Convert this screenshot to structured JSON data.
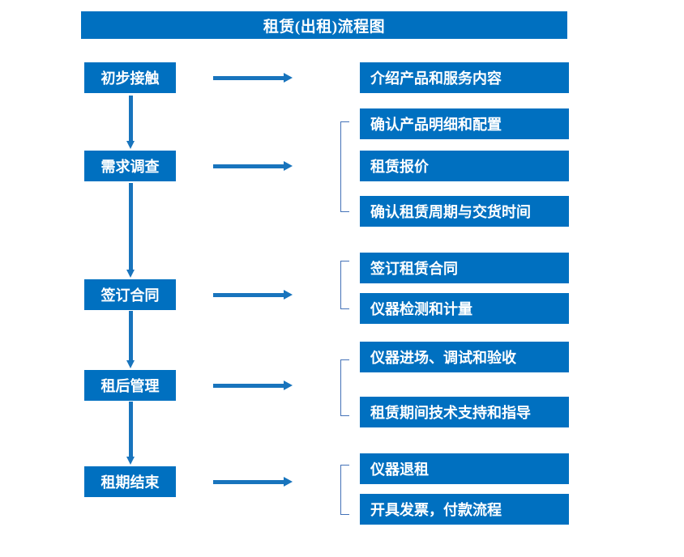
{
  "diagram": {
    "title": "租赁(出租)流程图",
    "accent_color": "#0070C0",
    "arrow_color": "#1874BD",
    "bracket_color": "#4472B8",
    "text_color": "#FFFFFF",
    "background_color": "#FFFFFF",
    "type": "flowchart",
    "orientation": "vertical-with-branches"
  },
  "stages": [
    {
      "label": "初步接触"
    },
    {
      "label": "需求调查"
    },
    {
      "label": "签订合同"
    },
    {
      "label": "租后管理"
    },
    {
      "label": "租期结束"
    }
  ],
  "details": {
    "group1": [
      {
        "label": "介绍产品和服务内容"
      }
    ],
    "group2": [
      {
        "label": "确认产品明细和配置"
      },
      {
        "label": "租赁报价"
      },
      {
        "label": "确认租赁周期与交货时间"
      }
    ],
    "group3": [
      {
        "label": "签订租赁合同"
      },
      {
        "label": "仪器检测和计量"
      }
    ],
    "group4": [
      {
        "label": "仪器进场、调试和验收"
      },
      {
        "label": "租赁期间技术支持和指导"
      }
    ],
    "group5": [
      {
        "label": "仪器退租"
      },
      {
        "label": "开具发票，付款流程"
      }
    ]
  }
}
